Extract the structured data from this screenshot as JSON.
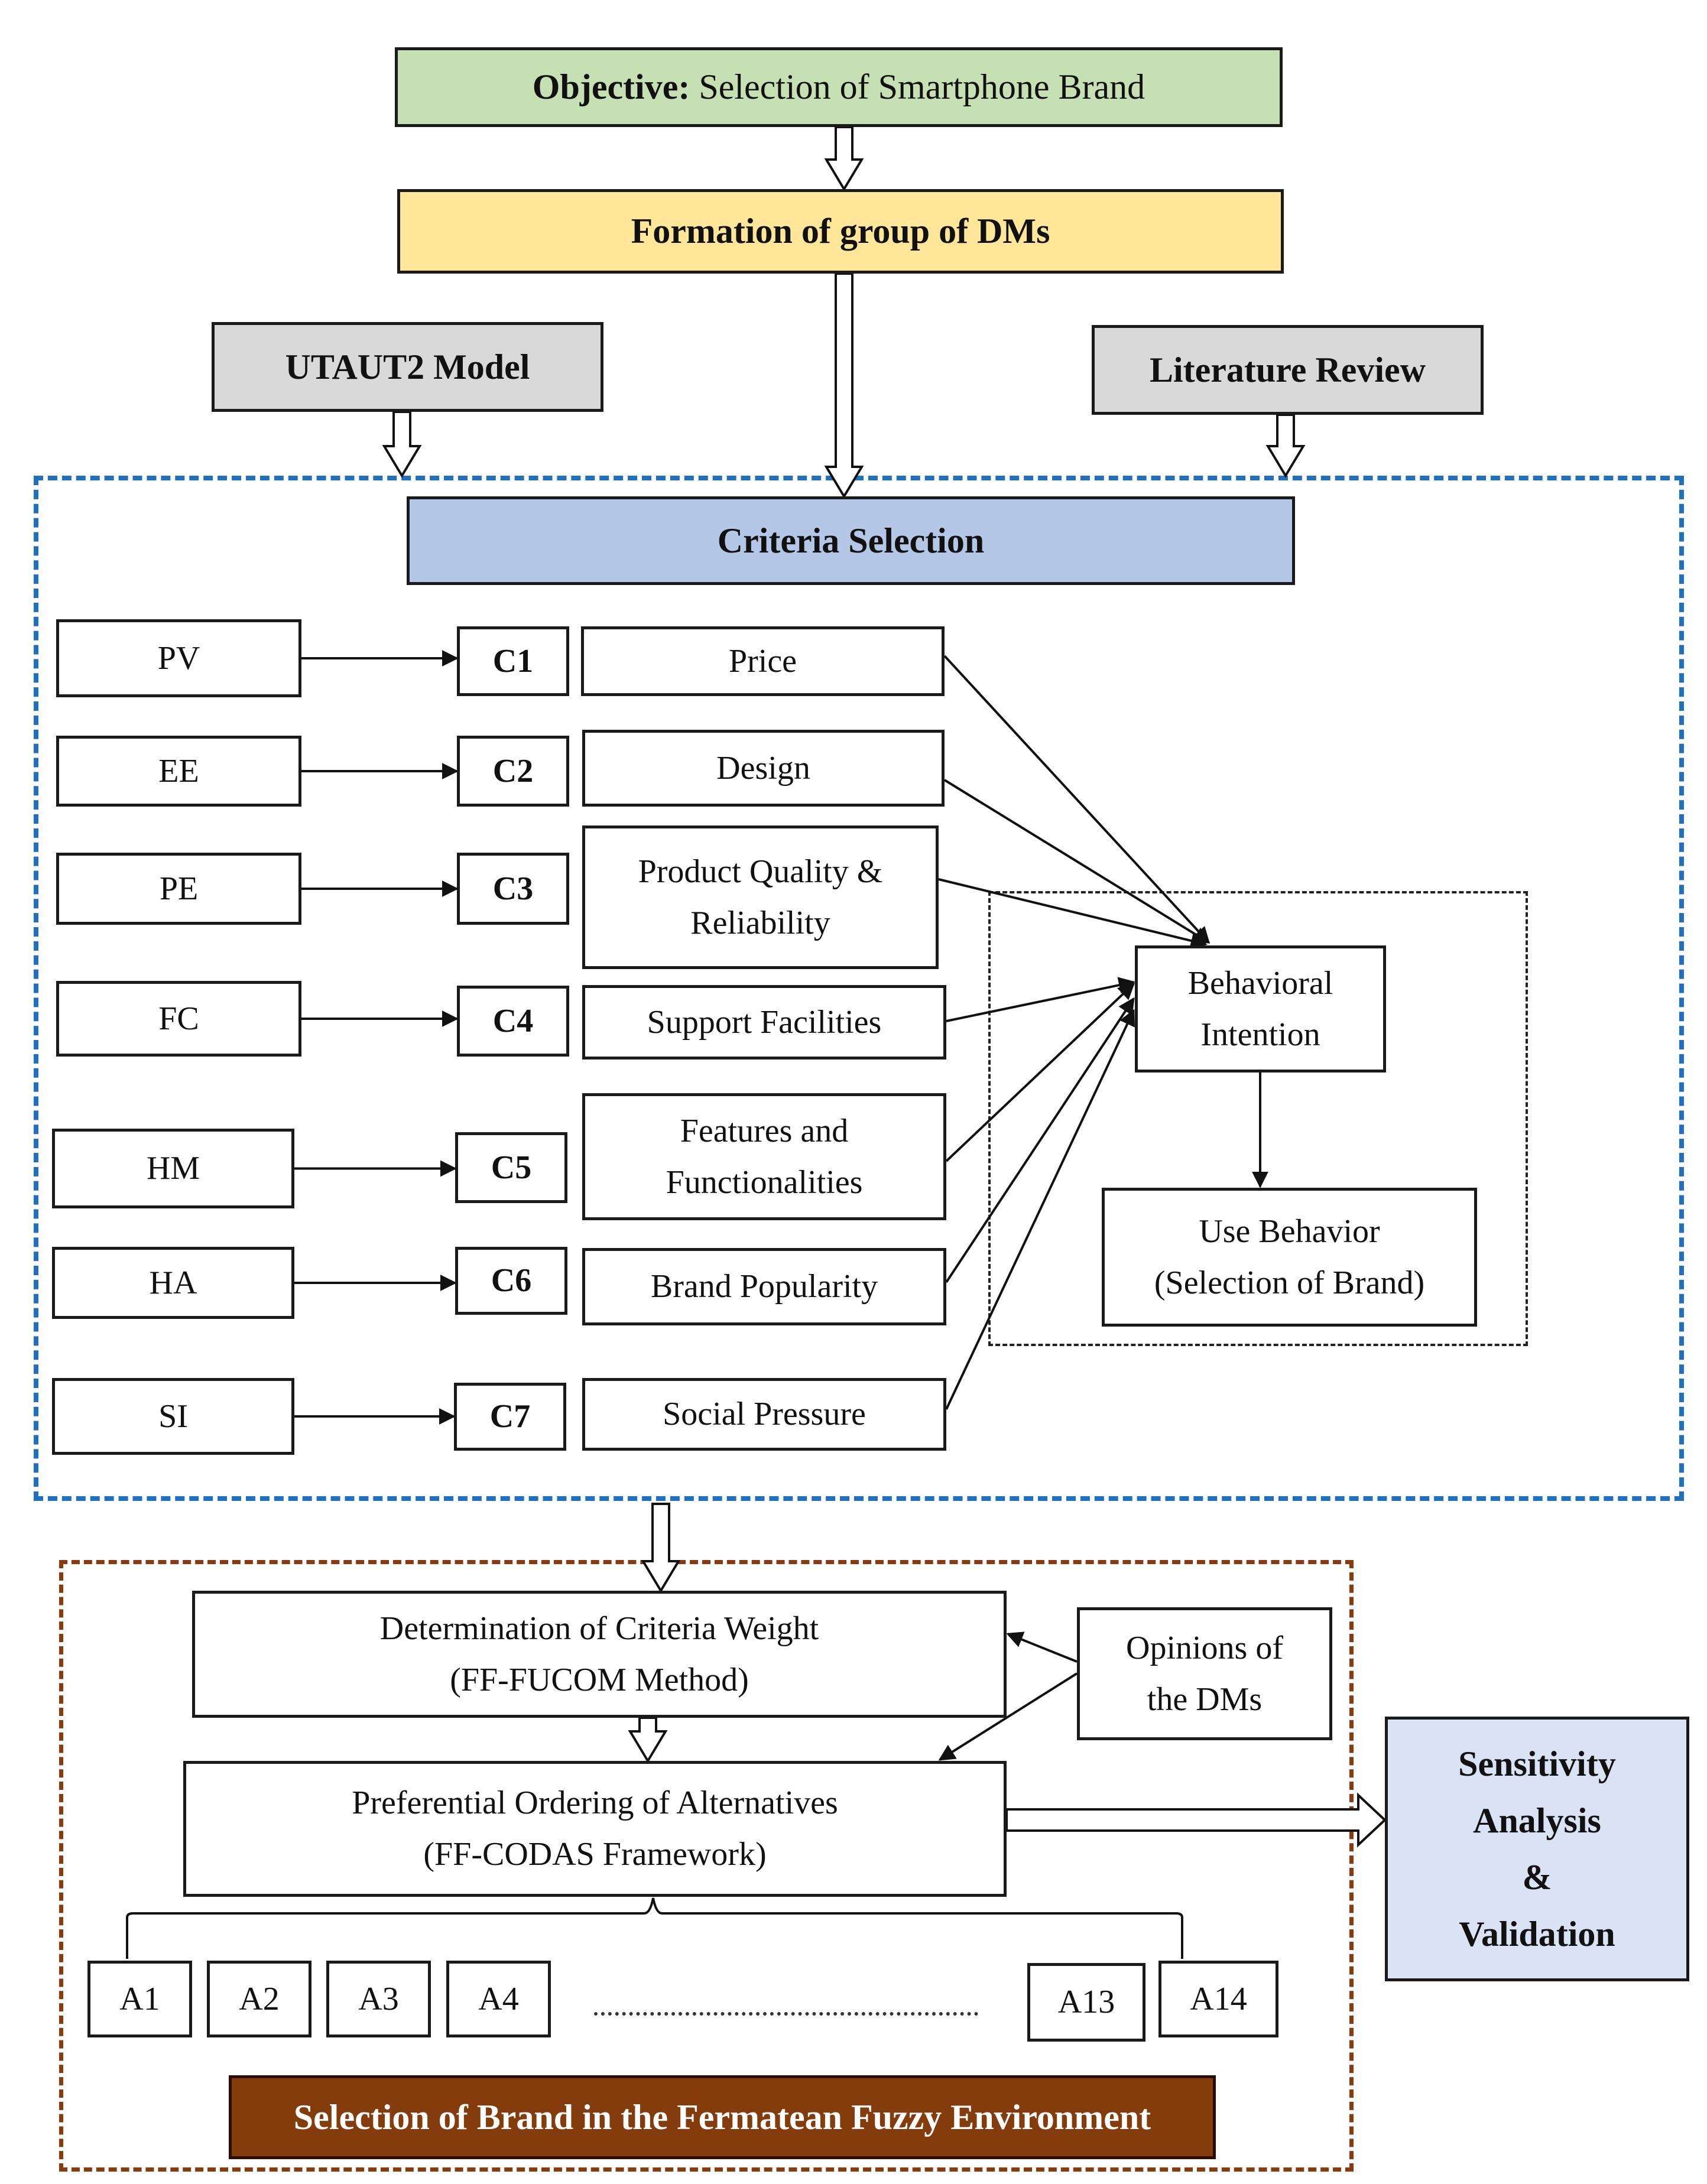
{
  "objective": {
    "label": "Objective:",
    "text": "Selection of Smartphone Brand",
    "color": "#c6e0b4"
  },
  "dm_group": {
    "text": "Formation of group of DMs",
    "color": "#ffe699"
  },
  "sources": {
    "utaut": "UTAUT2 Model",
    "literature": "Literature Review",
    "color": "#d9d9d9"
  },
  "criteria_selection": {
    "text": "Criteria Selection",
    "color": "#b4c7e7"
  },
  "constructs": [
    "PV",
    "EE",
    "PE",
    "FC",
    "HM",
    "HA",
    "SI"
  ],
  "criteria_codes": [
    "C1",
    "C2",
    "C3",
    "C4",
    "C5",
    "C6",
    "C7"
  ],
  "criteria_names": [
    [
      "Price"
    ],
    [
      "Design"
    ],
    [
      "Product Quality &",
      "Reliability"
    ],
    [
      "Support Facilities"
    ],
    [
      "Features and",
      "Functionalities"
    ],
    [
      "Brand Popularity"
    ],
    [
      "Social Pressure"
    ]
  ],
  "behavioral_intention": [
    "Behavioral",
    "Intention"
  ],
  "use_behavior": [
    "Use Behavior",
    "(Selection of Brand)"
  ],
  "weighting": [
    "Determination of Criteria Weight",
    "(FF-FUCOM Method)"
  ],
  "opinions": [
    "Opinions of",
    "the DMs"
  ],
  "ordering": [
    "Preferential Ordering of Alternatives",
    "(FF-CODAS Framework)"
  ],
  "alternatives": [
    "A1",
    "A2",
    "A3",
    "A4",
    "A13",
    "A14"
  ],
  "sensitivity": [
    "Sensitivity",
    "Analysis",
    "&",
    "Validation"
  ],
  "sensitivity_color": "#dae3f3",
  "footer": {
    "text": "Selection of Brand in the Fermatean Fuzzy Environment",
    "color": "#843c0c"
  },
  "frames": {
    "criteria_frame_color": "#1f6fc2",
    "method_frame_color": "#8a3a0c"
  }
}
